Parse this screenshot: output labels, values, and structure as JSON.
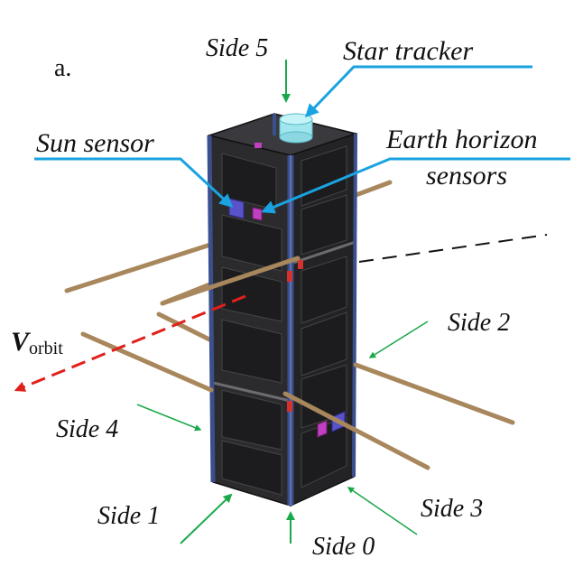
{
  "figure": {
    "panel_label": "a.",
    "labels": {
      "side5": "Side 5",
      "star_tracker": "Star tracker",
      "sun_sensor": "Sun sensor",
      "earth_horizon_line1": "Earth horizon",
      "earth_horizon_line2": "sensors",
      "side2": "Side 2",
      "v_symbol": "V",
      "v_subscript": "orbit",
      "side4": "Side 4",
      "side1": "Side 1",
      "side3": "Side 3",
      "side0": "Side 0"
    },
    "colors": {
      "body": "#2b2b2e",
      "panel": "#1c1c1f",
      "frame": "#3a4f8c",
      "rod": "#a8875c",
      "green_arrow": "#1aa84a",
      "blue_arrow": "#1aa3e0",
      "velocity_arrow": "#e0201c",
      "star_tracker": "#9fe6ee",
      "sun_sensor": "#5a52c8",
      "horizon_sensor": "#c23fc2"
    }
  }
}
